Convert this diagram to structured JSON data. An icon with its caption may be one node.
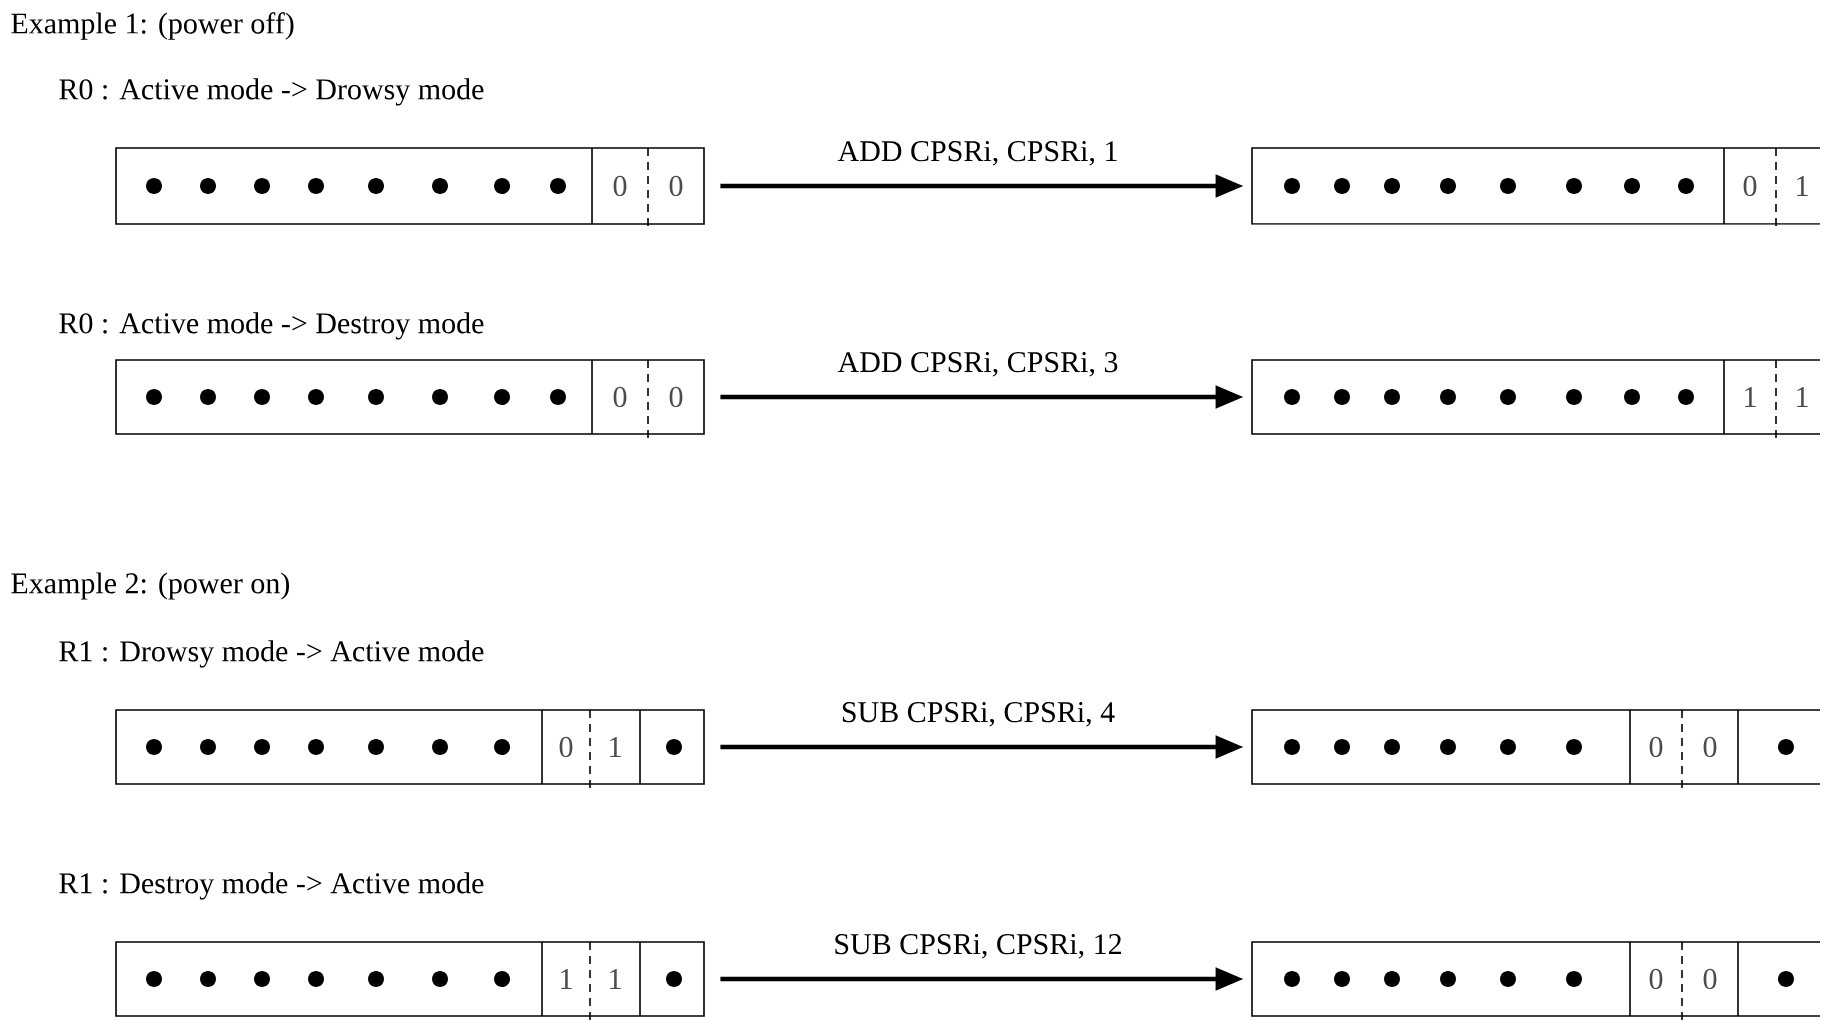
{
  "diagram": {
    "nodes": [
      {
        "text": [
          "0",
          "0"
        ]
      },
      {
        "text": [
          "0",
          "1"
        ]
      },
      {
        "text": [
          "0",
          "0"
        ]
      },
      {
        "text": [
          "1",
          "1"
        ]
      },
      {
        "text": [
          "0",
          "1"
        ]
      },
      {
        "text": [
          "0",
          "0"
        ]
      },
      {
        "text": [
          "1",
          "1"
        ]
      },
      {
        "text": [
          "0",
          "0"
        ]
      }
    ],
    "edges": [
      {
        "from": 0,
        "to": 1,
        "arrow": "to",
        "label": "ADD CPSRi, CPSRi, 1"
      },
      {
        "from": 2,
        "to": 3,
        "arrow": "to",
        "label": "ADD CPSRi, CPSRi, 3"
      },
      {
        "from": 4,
        "to": 5,
        "arrow": "to",
        "label": "SUB CPSRi, CPSRi, 4"
      },
      {
        "from": 6,
        "to": 7,
        "arrow": "to",
        "label": "SUB CPSRi, CPSRi, 12"
      }
    ],
    "labels": [
      "Example 1: (power off)",
      "R0 : Active mode -> Drowsy mode",
      "R0 : Active mode -> Destroy mode",
      "Example 2: (power on)",
      "R1 : Drowsy mode -> Active mode",
      "R1 : Destroy mode -> Active mode"
    ]
  }
}
